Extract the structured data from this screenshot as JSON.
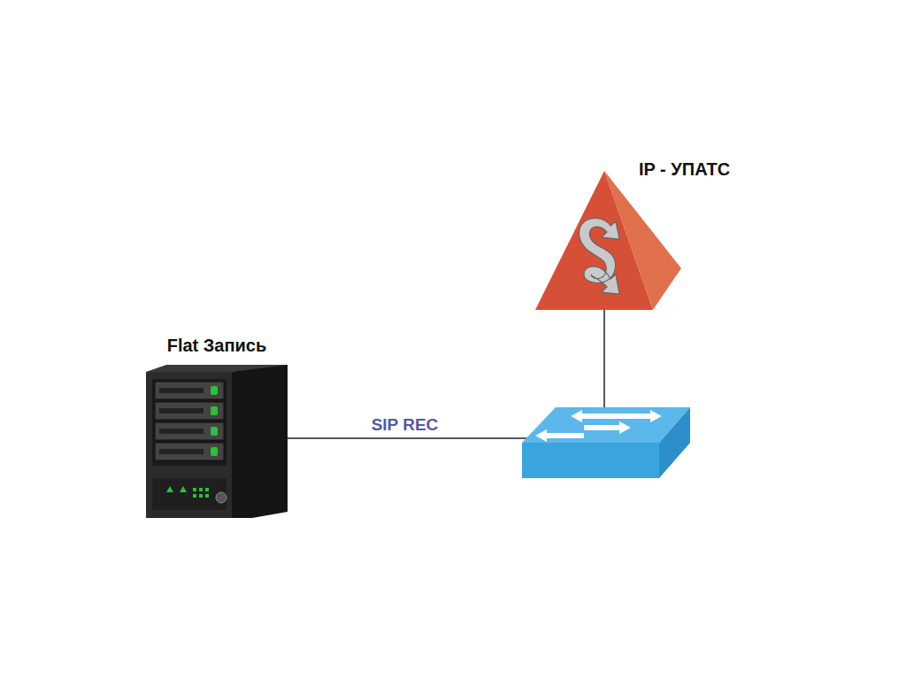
{
  "diagram": {
    "nodes": [
      {
        "text": [
          "Flat Запись"
        ]
      },
      {
        "text": [
          "IP - УПАТС"
        ]
      }
    ],
    "edges": [
      {
        "from": 0,
        "to": 1,
        "arrow": "none",
        "label": "SIP REC"
      }
    ]
  }
}
